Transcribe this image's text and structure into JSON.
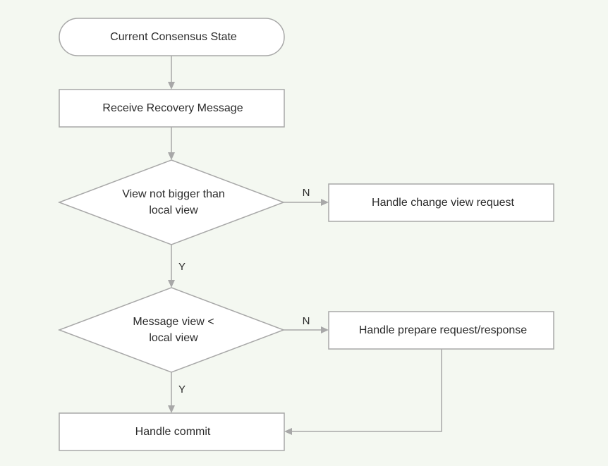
{
  "nodes": {
    "start": {
      "label": "Current Consensus State"
    },
    "receive": {
      "label": "Receive Recovery Message"
    },
    "decision_view": {
      "line1": "View not bigger than",
      "line2": "local view"
    },
    "change_view": {
      "label": "Handle change view request"
    },
    "decision_message": {
      "line1": "Message view <",
      "line2": "local view"
    },
    "prepare": {
      "label": "Handle prepare request/response"
    },
    "commit": {
      "label": "Handle commit"
    }
  },
  "edges": {
    "decision_view_no": "N",
    "decision_view_yes": "Y",
    "decision_message_no": "N",
    "decision_message_yes": "Y"
  },
  "colors": {
    "background": "#f4f8f1",
    "node_fill": "#ffffff",
    "stroke": "#a8a8a8",
    "text": "#2b2b2b"
  }
}
